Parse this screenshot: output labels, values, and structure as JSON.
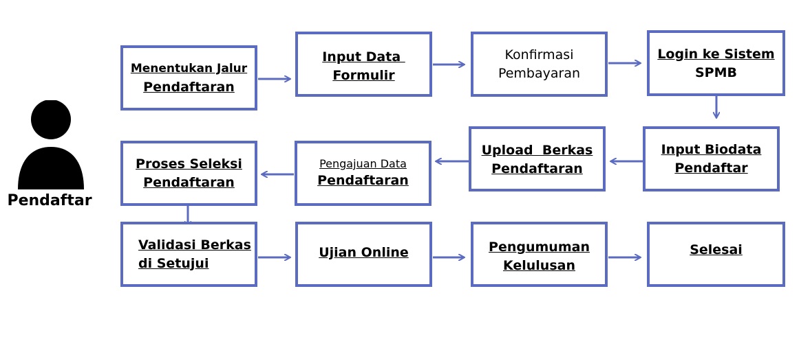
{
  "actor": {
    "label": "Pendaftar",
    "icon": "person-icon"
  },
  "colors": {
    "box_border": "#5b6bbf",
    "arrow": "#5b6bbf",
    "text": "#000000"
  },
  "steps": [
    {
      "id": "menentukan-jalur",
      "line1": "Menentukan Jalur",
      "line2": "Pendaftaran"
    },
    {
      "id": "input-data-formulir",
      "line1": "Input Data ",
      "line2": "Formulir"
    },
    {
      "id": "konfirmasi-pembayaran",
      "line1": "Konfirmasi",
      "line2": "Pembayaran"
    },
    {
      "id": "login-sistem",
      "line1": "Login ke Sistem",
      "line2": "SPMB"
    },
    {
      "id": "input-biodata",
      "line1": "Input Biodata",
      "line2": "Pendaftar"
    },
    {
      "id": "upload-berkas",
      "line1": "Upload  Berkas",
      "line2": "Pendaftaran"
    },
    {
      "id": "pengajuan-data",
      "line1": "Pengajuan Data",
      "line2": "Pendaftaran"
    },
    {
      "id": "proses-seleksi",
      "line1": "Proses Seleksi",
      "line2": "Pendaftaran"
    },
    {
      "id": "validasi-berkas",
      "line1": "Validasi Berkas",
      "line2": "di Setujui"
    },
    {
      "id": "ujian-online",
      "line1": "Ujian Online",
      "line2": ""
    },
    {
      "id": "pengumuman-kelulusan",
      "line1": "Pengumuman",
      "line2": "Kelulusan"
    },
    {
      "id": "selesai",
      "line1": "Selesai",
      "line2": ""
    }
  ]
}
